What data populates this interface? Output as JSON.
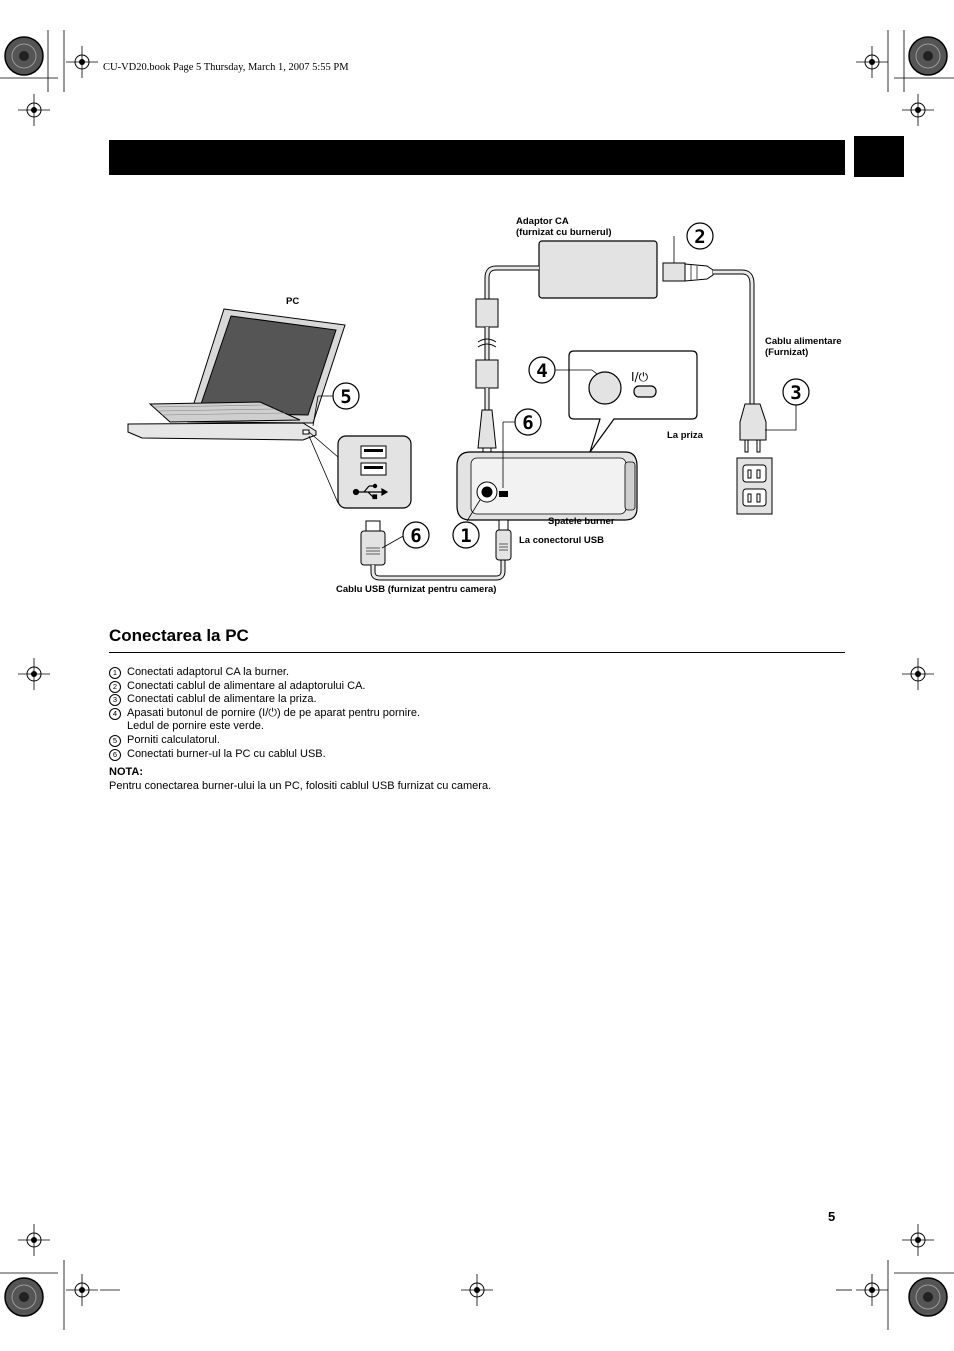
{
  "print_line": "CU-VD20.book  Page 5  Thursday, March 1, 2007  5:55 PM",
  "diagram": {
    "labels": {
      "adaptor_line1": "Adaptor CA",
      "adaptor_line2": "(furnizat cu burnerul)",
      "pc": "PC",
      "power_cable_line1": "Cablu alimentare",
      "power_cable_line2": "(Furnizat)",
      "outlet": "La priza",
      "burner_back": "Spatele burner",
      "usb_connector": "La conectorul USB",
      "usb_cable": "Cablu USB (furnizat pentru camera)",
      "power_symbol": "I/⏻"
    },
    "callouts": [
      "1",
      "2",
      "3",
      "4",
      "5",
      "6",
      "6"
    ]
  },
  "section": {
    "title": "Conectarea la PC",
    "steps": [
      {
        "num": "1",
        "text": "Conectati adaptorul CA la burner."
      },
      {
        "num": "2",
        "text": "Conectati cablul de alimentare al adaptorului CA."
      },
      {
        "num": "3",
        "text": "Conectati cablul de alimentare la priza."
      },
      {
        "num": "4",
        "text": "Apasati butonul de pornire (I/⏻) de pe aparat pentru pornire.",
        "sub": "Ledul de pornire este verde."
      },
      {
        "num": "5",
        "text": "Porniti calculatorul."
      },
      {
        "num": "6",
        "text": "Conectati burner-ul la PC cu cablul USB."
      }
    ],
    "note_title": "NOTA:",
    "note_text": "Pentru conectarea burner-ului la un PC, folositi cablul USB furnizat cu camera."
  },
  "page_number": "5"
}
